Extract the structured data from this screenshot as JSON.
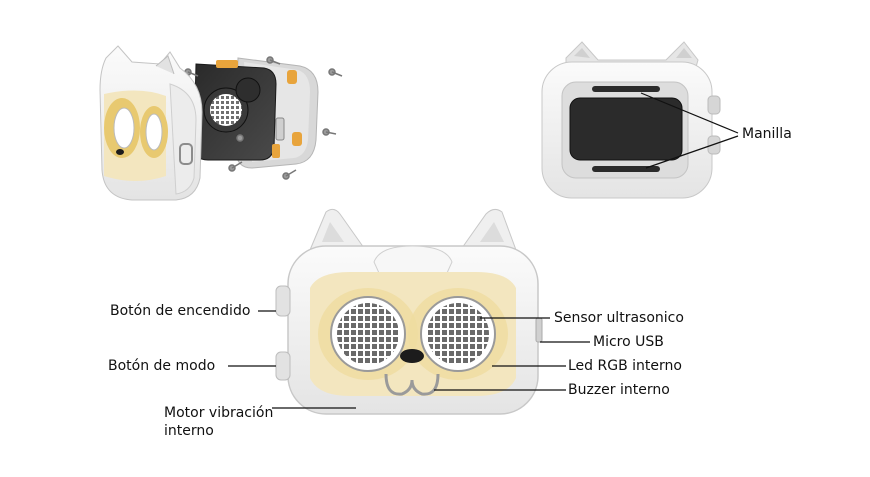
{
  "labels": {
    "handle": "Manilla",
    "power_button": "Botón de encendido",
    "mode_button": "Botón de modo",
    "vibration_motor": "Motor vibración\ninterno",
    "ultrasonic_sensor": "Sensor ultrasonico",
    "micro_usb": "Micro USB",
    "rgb_led": "Led RGB interno",
    "buzzer": "Buzzer interno"
  },
  "colors": {
    "body": "#f1f1f1",
    "body_outline": "#c8c8c8",
    "face_panel": "#f3e6bf",
    "eye_panel": "#e8c970",
    "eye_grid": "#5a5a5a",
    "nose": "#1c1c1c",
    "line": "#111111"
  },
  "icons": {
    "exploded_view": "exploded-robot-illustration",
    "back_view": "robot-back-illustration",
    "front_view": "robot-front-illustration"
  }
}
